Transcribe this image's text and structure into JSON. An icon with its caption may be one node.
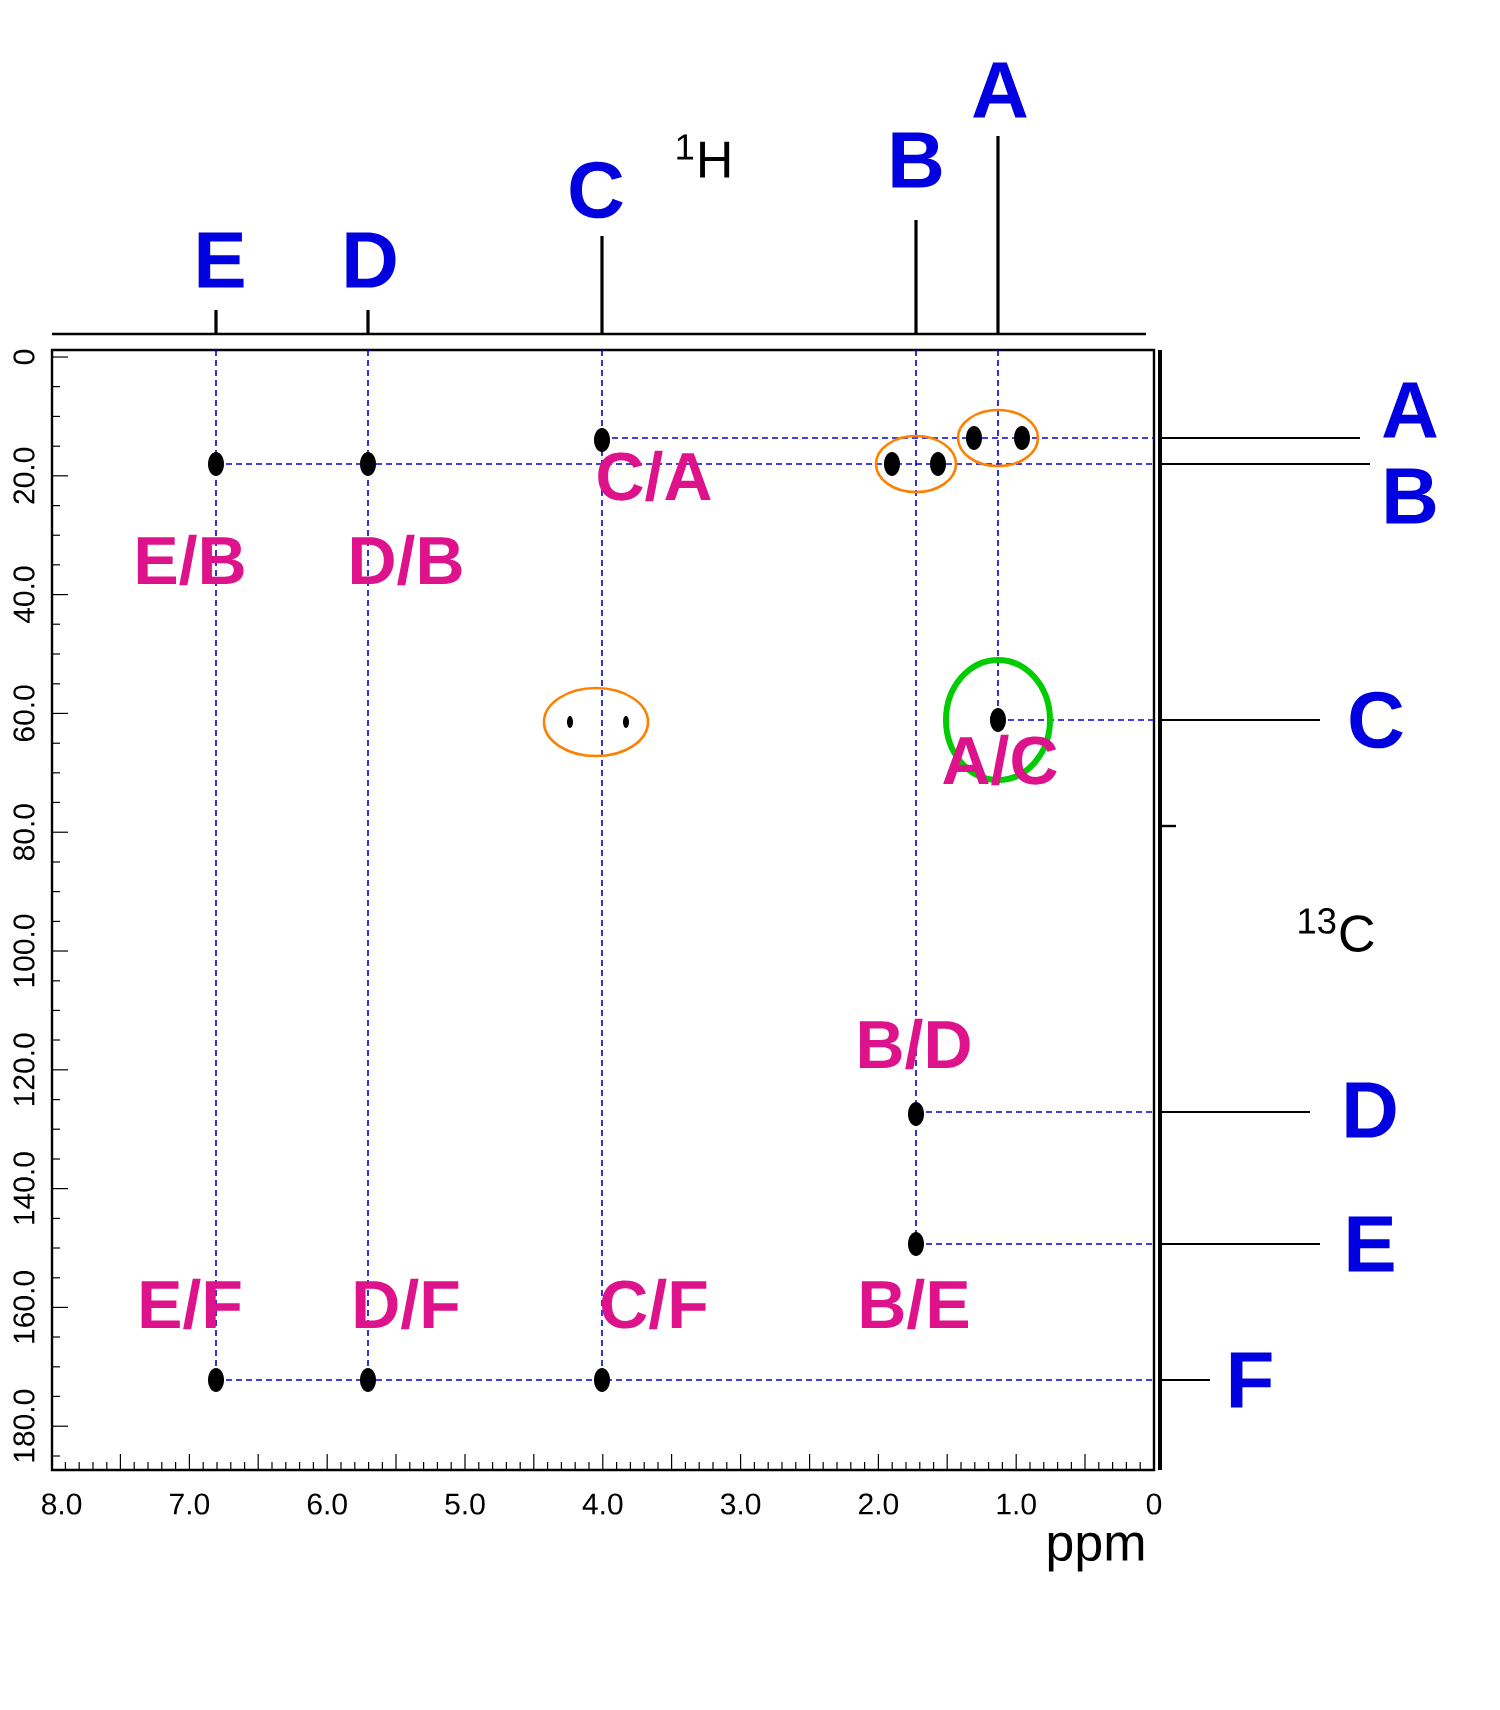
{
  "diagram": {
    "labels": [
      "E",
      "D",
      "C",
      "$^{1}$H",
      "B",
      "A",
      "A",
      "B",
      "C",
      "$^{13}$C",
      "D",
      "E",
      "F",
      "C/A",
      "E/B",
      "D/B",
      "A/C",
      "B/D",
      "E/F",
      "D/F",
      "C/F",
      "B/E",
      "0",
      "20.0",
      "40.0",
      "60.0",
      "80.0",
      "100.0",
      "120.0",
      "140.0",
      "160.0",
      "180.0",
      "8.0",
      "7.0",
      "6.0",
      "5.0",
      "4.0",
      "3.0",
      "2.0",
      "1.0",
      "0",
      "ppm"
    ]
  }
}
